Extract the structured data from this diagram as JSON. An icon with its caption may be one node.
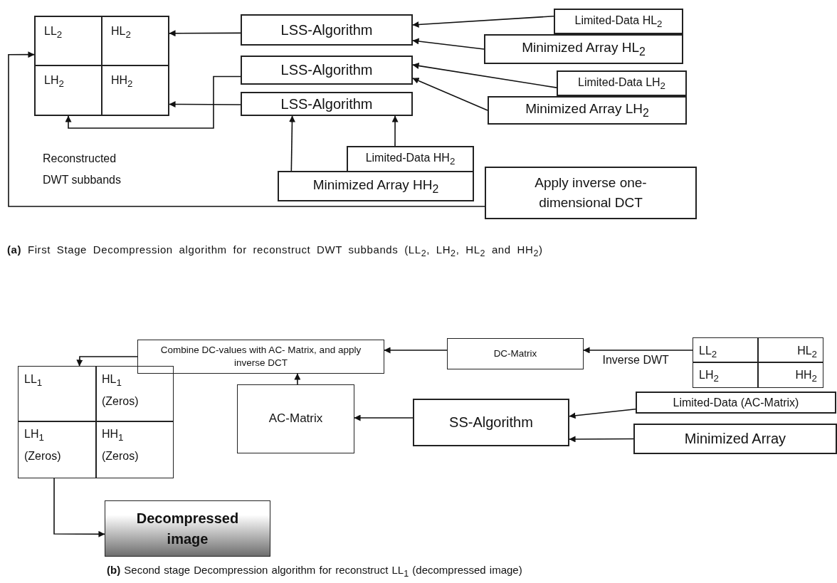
{
  "diagram": {
    "nodes": [
      {
        "text": [
          "LL$_{2}$"
        ]
      },
      {
        "text": [
          "HL$_{2}$"
        ]
      },
      {
        "text": [
          "LH$_{2}$"
        ]
      },
      {
        "text": [
          "HH$_{2}$"
        ]
      },
      {
        "text": [
          "LSS-Algorithm"
        ]
      },
      {
        "text": [
          "Limited-Data HL$_{2}$"
        ]
      },
      {
        "text": [
          "Minimized Array HL$_{2}$"
        ]
      },
      {
        "text": [
          "LSS-Algorithm"
        ]
      },
      {
        "text": [
          "Limited-Data LH$_{2}$"
        ]
      },
      {
        "text": [
          "Minimized Array LH$_{2}$"
        ]
      },
      {
        "text": [
          "LSS-Algorithm"
        ]
      },
      {
        "text": [
          "Limited-Data HH$_{2}$"
        ]
      },
      {
        "text": [
          "Minimized Array HH$_{2}$"
        ]
      },
      {
        "text": [
          "Apply inverse one-dimensional DCT"
        ]
      },
      {
        "text": [
          "Combine DC-values with AC- Matrix, and apply inverse DCT"
        ]
      },
      {
        "text": [
          "DC-Matrix"
        ]
      },
      {
        "text": [
          "LL$_{2}$"
        ]
      },
      {
        "text": [
          "HL$_{2}$"
        ]
      },
      {
        "text": [
          "LH$_{2}$"
        ]
      },
      {
        "text": [
          "HH$_{2}$"
        ]
      },
      {
        "text": [
          "AC-Matrix"
        ]
      },
      {
        "text": [
          "SS-Algorithm"
        ]
      },
      {
        "text": [
          "Limited-Data (AC-Matrix)"
        ]
      },
      {
        "text": [
          "Minimized Array"
        ]
      },
      {
        "text": [
          "LL$_{1}$"
        ]
      },
      {
        "text": [
          "HL$_{1}$",
          "(Zeros)"
        ]
      },
      {
        "text": [
          "LH$_{1}$",
          "(Zeros)"
        ]
      },
      {
        "text": [
          "HH$_{1}$",
          "(Zeros)"
        ]
      },
      {
        "text": [
          "Decompressed image"
        ]
      }
    ],
    "edges": [
      {
        "from": 4,
        "to": 1,
        "arrow": "to"
      },
      {
        "from": 5,
        "to": 4,
        "arrow": "to"
      },
      {
        "from": 6,
        "to": 4,
        "arrow": "to"
      },
      {
        "from": 8,
        "to": 7,
        "arrow": "to"
      },
      {
        "from": 9,
        "to": 7,
        "arrow": "to"
      },
      {
        "from": 7,
        "to": 2,
        "arrow": "to"
      },
      {
        "from": 10,
        "to": 3,
        "arrow": "to"
      },
      {
        "from": 12,
        "to": 10,
        "arrow": "to"
      },
      {
        "from": 11,
        "to": 10,
        "arrow": "to"
      },
      {
        "from": 13,
        "to": 0,
        "arrow": "to"
      },
      {
        "from": 16,
        "to": 15,
        "arrow": "to",
        "label": "Inverse DWT"
      },
      {
        "from": 15,
        "to": 14,
        "arrow": "to"
      },
      {
        "from": 20,
        "to": 14,
        "arrow": "to"
      },
      {
        "from": 21,
        "to": 20,
        "arrow": "to"
      },
      {
        "from": 22,
        "to": 21,
        "arrow": "to"
      },
      {
        "from": 23,
        "to": 21,
        "arrow": "to"
      },
      {
        "from": 14,
        "to": 24,
        "arrow": "to"
      },
      {
        "from": 26,
        "to": 28,
        "arrow": "to"
      }
    ],
    "labels": [
      "Reconstructed DWT subbands",
      "**(a)** First Stage Decompression algorithm for reconstruct DWT subbands (LL$_{2}$, LH$_{2}$, HL$_{2}$ and HH$_{2}$)",
      "**(b)** Second stage Decompression algorithm for reconstruct LL$_{1}$ (decompressed image)"
    ]
  }
}
